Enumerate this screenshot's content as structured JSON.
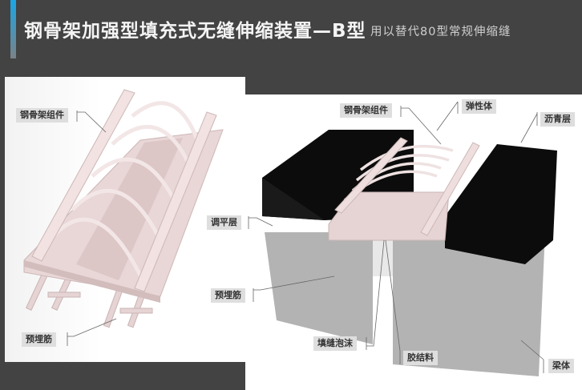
{
  "header": {
    "title": "钢骨架加强型填充式无缝伸缩装置—B型",
    "subtitle": "用以替代80型常规伸缩缝"
  },
  "left_diagram": {
    "labels": {
      "steel_frame": "钢骨架组件",
      "embedded_rebar": "预埋筋"
    }
  },
  "right_diagram": {
    "labels": {
      "steel_frame": "钢骨架组件",
      "elastomer": "弹性体",
      "asphalt_layer": "沥青层",
      "leveling_layer": "调平层",
      "embedded_rebar": "预埋筋",
      "joint_foam": "填缝泡沫",
      "binder": "胶结料",
      "beam_body": "梁体"
    }
  },
  "colors": {
    "accent": "#1aa6e6",
    "background": "#424342",
    "steel": "#ecd9d9",
    "asphalt": "#111111"
  }
}
